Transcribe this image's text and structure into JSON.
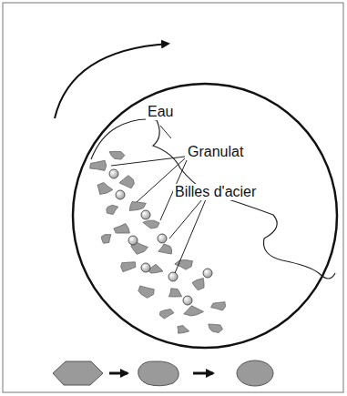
{
  "diagram": {
    "labels": [
      "Eau",
      "Granulat",
      "Billes d'acier"
    ]
  }
}
